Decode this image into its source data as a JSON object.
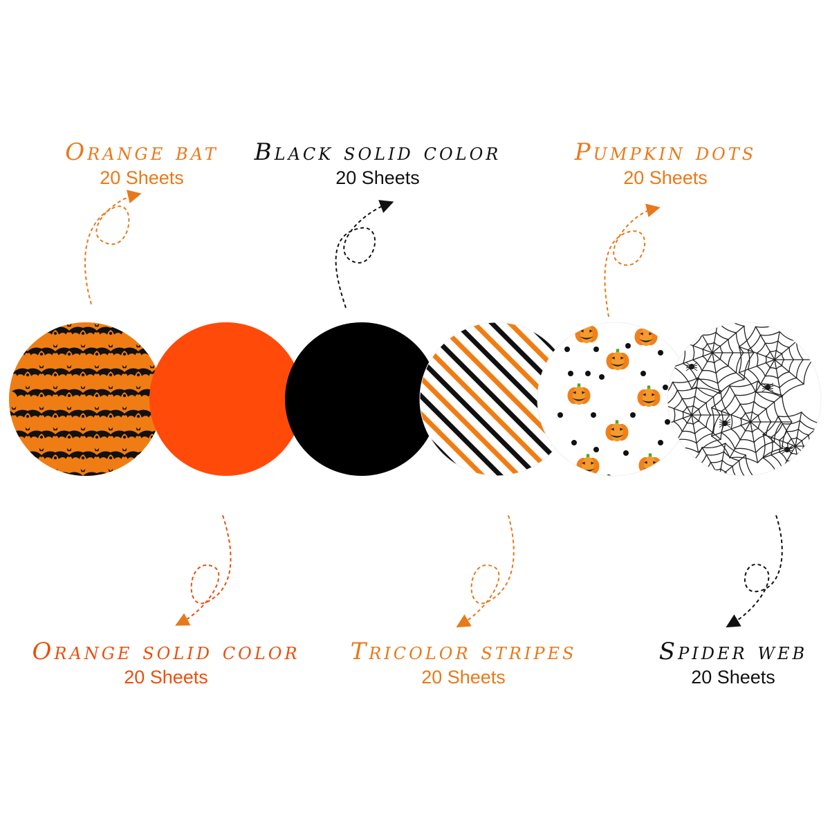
{
  "colors": {
    "orange": "#f07d14",
    "red_orange": "#ff4a0a",
    "black": "#000000",
    "label_orange": "#e8791a",
    "label_red": "#e8500f",
    "label_black": "#111111"
  },
  "items": [
    {
      "title": "Orange bat",
      "count": "20 Sheets",
      "pattern": "bat",
      "title_color": "#e8791a"
    },
    {
      "title": "Orange solid color",
      "count": "20 Sheets",
      "pattern": "solid-orange",
      "title_color": "#e8500f"
    },
    {
      "title": "Black solid color",
      "count": "20 Sheets",
      "pattern": "solid-black",
      "title_color": "#111111"
    },
    {
      "title": "Tricolor stripes",
      "count": "20 Sheets",
      "pattern": "stripes",
      "title_color": "#e8791a"
    },
    {
      "title": "Pumpkin dots",
      "count": "20 Sheets",
      "pattern": "pumpkin-dots",
      "title_color": "#e8791a"
    },
    {
      "title": "Spider web",
      "count": "20 Sheets",
      "pattern": "spider-web",
      "title_color": "#111111"
    }
  ]
}
